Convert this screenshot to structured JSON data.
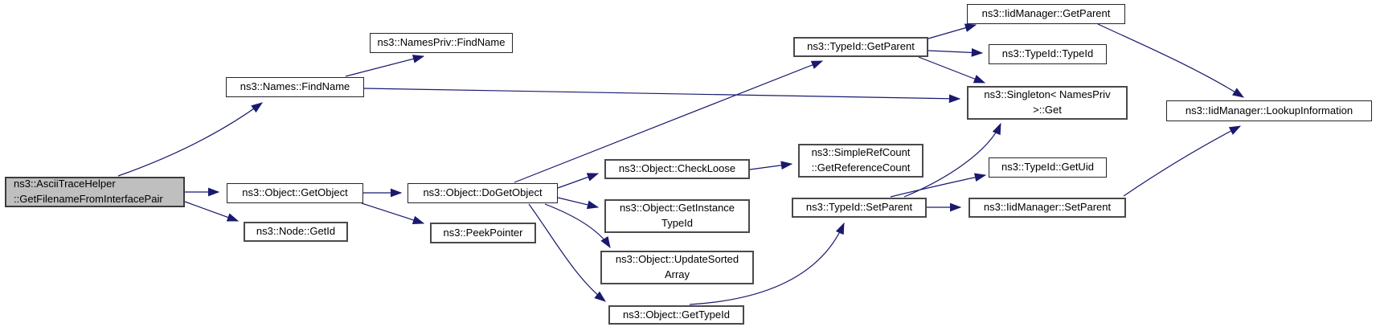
{
  "diagram": {
    "type": "call-graph",
    "edge_color": "#191970",
    "node_fill": "#ffffff",
    "focus_node_fill": "#bfbfbf",
    "nodes": [
      {
        "id": "main",
        "lines": [
          "ns3::AsciiTraceHelper",
          "::GetFilenameFromInterfacePair"
        ],
        "focus": true
      },
      {
        "id": "names_findname",
        "lines": [
          "ns3::Names::FindName"
        ]
      },
      {
        "id": "namespriv_findname",
        "lines": [
          "ns3::NamesPriv::FindName"
        ]
      },
      {
        "id": "object_getobject",
        "lines": [
          "ns3::Object::GetObject"
        ]
      },
      {
        "id": "node_getid",
        "lines": [
          "ns3::Node::GetId"
        ]
      },
      {
        "id": "object_dogetobject",
        "lines": [
          "ns3::Object::DoGetObject"
        ]
      },
      {
        "id": "peekpointer",
        "lines": [
          "ns3::PeekPointer"
        ]
      },
      {
        "id": "object_checkloose",
        "lines": [
          "ns3::Object::CheckLoose"
        ]
      },
      {
        "id": "object_getinstancetypeid",
        "lines": [
          "ns3::Object::GetInstance",
          "TypeId"
        ]
      },
      {
        "id": "object_updatesortedarray",
        "lines": [
          "ns3::Object::UpdateSorted",
          "Array"
        ]
      },
      {
        "id": "object_gettypeid",
        "lines": [
          "ns3::Object::GetTypeId"
        ]
      },
      {
        "id": "typeid_getparent",
        "lines": [
          "ns3::TypeId::GetParent"
        ]
      },
      {
        "id": "simplerefcount_getreferencecount",
        "lines": [
          "ns3::SimpleRefCount",
          "::GetReferenceCount"
        ]
      },
      {
        "id": "typeid_setparent",
        "lines": [
          "ns3::TypeId::SetParent"
        ]
      },
      {
        "id": "iidmanager_getparent",
        "lines": [
          "ns3::IidManager::GetParent"
        ]
      },
      {
        "id": "typeid_typeid",
        "lines": [
          "ns3::TypeId::TypeId"
        ]
      },
      {
        "id": "singleton_get",
        "lines": [
          "ns3::Singleton< NamesPriv",
          ">::Get"
        ]
      },
      {
        "id": "typeid_getuid",
        "lines": [
          "ns3::TypeId::GetUid"
        ]
      },
      {
        "id": "iidmanager_setparent",
        "lines": [
          "ns3::IidManager::SetParent"
        ]
      },
      {
        "id": "iidmanager_lookupinformation",
        "lines": [
          "ns3::IidManager::LookupInformation"
        ]
      }
    ],
    "edges": [
      {
        "from": "main",
        "to": "names_findname"
      },
      {
        "from": "main",
        "to": "object_getobject"
      },
      {
        "from": "main",
        "to": "node_getid"
      },
      {
        "from": "names_findname",
        "to": "namespriv_findname"
      },
      {
        "from": "names_findname",
        "to": "singleton_get"
      },
      {
        "from": "object_getobject",
        "to": "object_dogetobject"
      },
      {
        "from": "object_getobject",
        "to": "peekpointer"
      },
      {
        "from": "object_dogetobject",
        "to": "typeid_getparent"
      },
      {
        "from": "object_dogetobject",
        "to": "object_checkloose"
      },
      {
        "from": "object_dogetobject",
        "to": "object_getinstancetypeid"
      },
      {
        "from": "object_dogetobject",
        "to": "object_updatesortedarray"
      },
      {
        "from": "object_dogetobject",
        "to": "object_gettypeid"
      },
      {
        "from": "object_checkloose",
        "to": "simplerefcount_getreferencecount"
      },
      {
        "from": "typeid_getparent",
        "to": "iidmanager_getparent"
      },
      {
        "from": "typeid_getparent",
        "to": "typeid_typeid"
      },
      {
        "from": "typeid_getparent",
        "to": "singleton_get"
      },
      {
        "from": "iidmanager_getparent",
        "to": "iidmanager_lookupinformation"
      },
      {
        "from": "object_gettypeid",
        "to": "typeid_setparent"
      },
      {
        "from": "typeid_setparent",
        "to": "iidmanager_setparent"
      },
      {
        "from": "typeid_setparent",
        "to": "typeid_getuid"
      },
      {
        "from": "typeid_setparent",
        "to": "singleton_get"
      },
      {
        "from": "iidmanager_setparent",
        "to": "iidmanager_lookupinformation"
      }
    ]
  }
}
